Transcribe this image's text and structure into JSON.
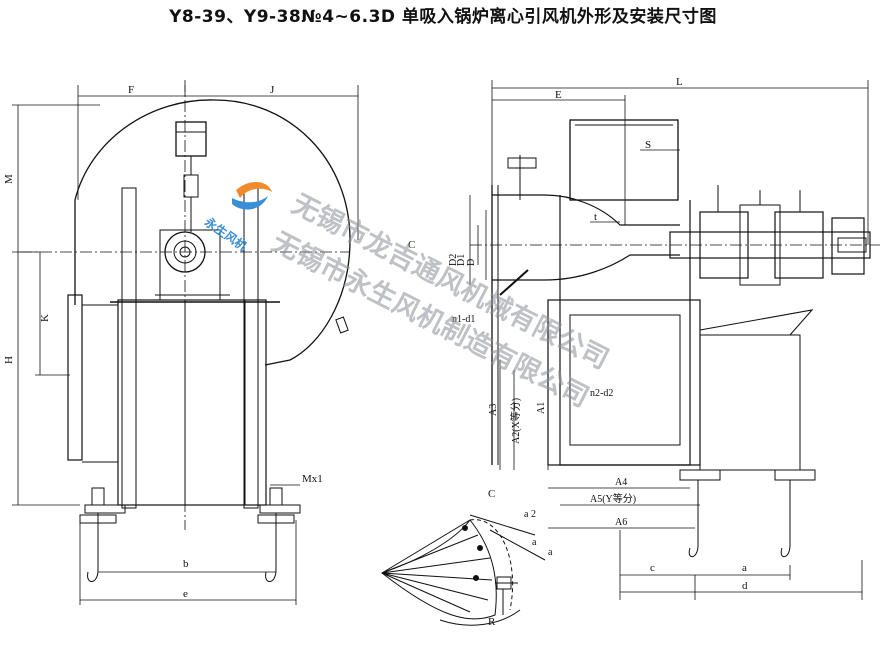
{
  "title": "Y8-39、Y9-38№4~6.3D 单吸入锅炉离心引风机外形及安装尺寸图",
  "logo": {
    "text": "永生风机"
  },
  "watermarks": [
    "无锡市龙吉通风机械有限公司",
    "无锡市永生风机制造有限公司"
  ],
  "labels": {
    "F": "F",
    "J": "J",
    "M": "M",
    "H": "H",
    "K": "K",
    "b": "b",
    "e": "e",
    "Mx1": "Mx1",
    "C_arrow": "C",
    "L": "L",
    "E": "E",
    "S": "S",
    "t": "t",
    "D2": "D2",
    "D1": "D1",
    "D": "D",
    "n1d1": "n1-d1",
    "n2d2": "n2-d2",
    "A1": "A1",
    "A2": "A2(X等分)",
    "A3": "A3",
    "A4": "A4",
    "A5": "A5(Y等分)",
    "A6": "A6",
    "c": "c",
    "a_bottom": "a",
    "d": "d",
    "C_detail": "C",
    "R": "R",
    "a2": "a 2",
    "a1": "a",
    "a_small": "a"
  }
}
